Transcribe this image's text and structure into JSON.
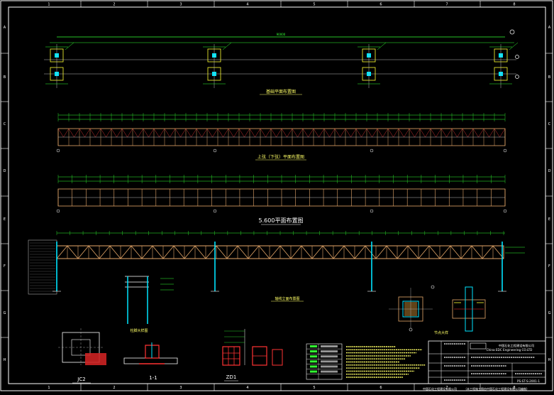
{
  "drawing": {
    "background": "#000000",
    "colors": {
      "frame": "#ffffff",
      "dim": "#33ff33",
      "axis": "#bbbbbb",
      "column": "#00e5ff",
      "truss": "#e6a86a",
      "tag": "#ffff33",
      "rebar": "#ff3333",
      "note": "#ffff66"
    },
    "column_ticks": [
      "1",
      "2",
      "3",
      "4",
      "5",
      "6",
      "7",
      "8"
    ],
    "row_ticks": [
      "A",
      "B",
      "C",
      "D",
      "E",
      "F",
      "G",
      "H"
    ],
    "titles": {
      "plan1": "基础平面布置图",
      "plan2": "上弦（下弦）平面布置图",
      "plan3": "5.600平面布置图",
      "elevation": "轴线立面布置图",
      "column_detail": "柱脚大样图",
      "node_detail": "节点大样",
      "jc2": "JC2",
      "section_11": "1-1",
      "zd1": "ZD1"
    },
    "dimensions": {
      "overall": "90000"
    },
    "title_block": {
      "company_cn": "中国石化工程建设有限公司",
      "company_en": "China EDC Engineering CO.LTD",
      "drawing_no": "PS-ST-S-2001-1"
    },
    "footer": {
      "left": "中国石化工程建设有限公司",
      "right": "（本工程施工图由中国石化工程建设有限公司编制）"
    }
  }
}
